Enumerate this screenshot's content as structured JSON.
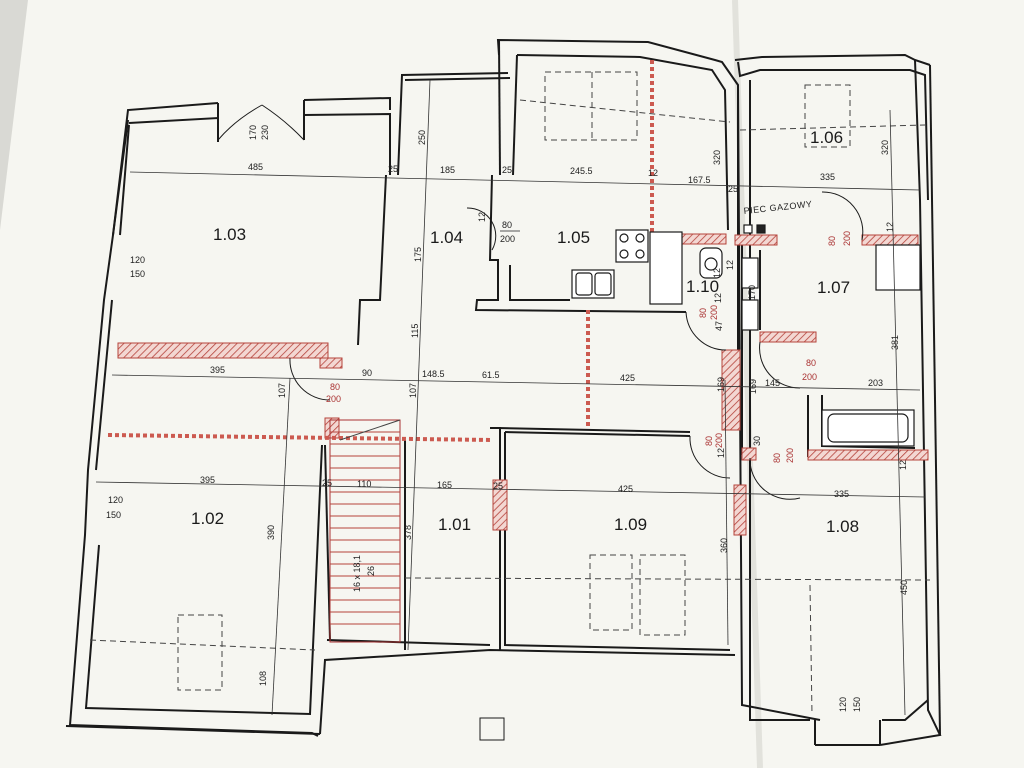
{
  "rooms": {
    "r101": "1.01",
    "r102": "1.02",
    "r103": "1.03",
    "r104": "1.04",
    "r105": "1.05",
    "r106": "1.06",
    "r107": "1.07",
    "r108": "1.08",
    "r109": "1.09",
    "r110": "1.10"
  },
  "labels": {
    "furnace": "PIEC GAZOWY",
    "stairs": "16 x 18,1",
    "stairs_depth": "26"
  },
  "dimensions": {
    "d485": "485",
    "d25a": "25",
    "d185": "185",
    "d25b": "25",
    "d2455": "245.5",
    "d12a": "12",
    "d1675": "167.5",
    "d25c": "25",
    "d335a": "335",
    "d250": "250",
    "d320a": "320",
    "d320b": "320",
    "d170": "170",
    "d230": "230",
    "d175": "175",
    "d115": "115",
    "d12b": "12",
    "d120a": "120",
    "d150a": "150",
    "d395a": "395",
    "d90": "90",
    "d1485": "148.5",
    "d615": "61.5",
    "d425a": "425",
    "d169a": "169",
    "d145": "145",
    "d203": "203",
    "d381": "381",
    "d12c": "12",
    "d107a": "107",
    "d107b": "107",
    "d169b": "169",
    "d395b": "395",
    "d25d": "25",
    "d110": "110",
    "d165": "165",
    "d25e": "25",
    "d425b": "425",
    "d335b": "335",
    "d120b": "120",
    "d150b": "150",
    "d390": "390",
    "d378": "378",
    "d360": "360",
    "d450": "450",
    "d108": "108",
    "d120c": "120",
    "d150c": "150",
    "d30": "30",
    "d12d": "12",
    "d12e": "12",
    "d12f": "12",
    "d47": "47",
    "d12g": "12",
    "d170b": "170",
    "d12h": "12"
  },
  "doors": {
    "d104_w": "80",
    "d104_h": "200",
    "d103_w": "80",
    "d103_h": "200",
    "d110_w": "80",
    "d110_h": "200",
    "d107_w": "80",
    "d107_h": "200",
    "d107b_w": "80",
    "d107b_h": "200",
    "d109_w": "80",
    "d109_h": "200",
    "d108_w": "80",
    "d108_h": "200",
    "dfurn_w": "80",
    "dfurn_h": "200"
  },
  "colors": {
    "paper": "#f7f7f2",
    "wall": "#1a1a1a",
    "new_wall": "#b5443c",
    "demolition": "#cc5a50"
  }
}
